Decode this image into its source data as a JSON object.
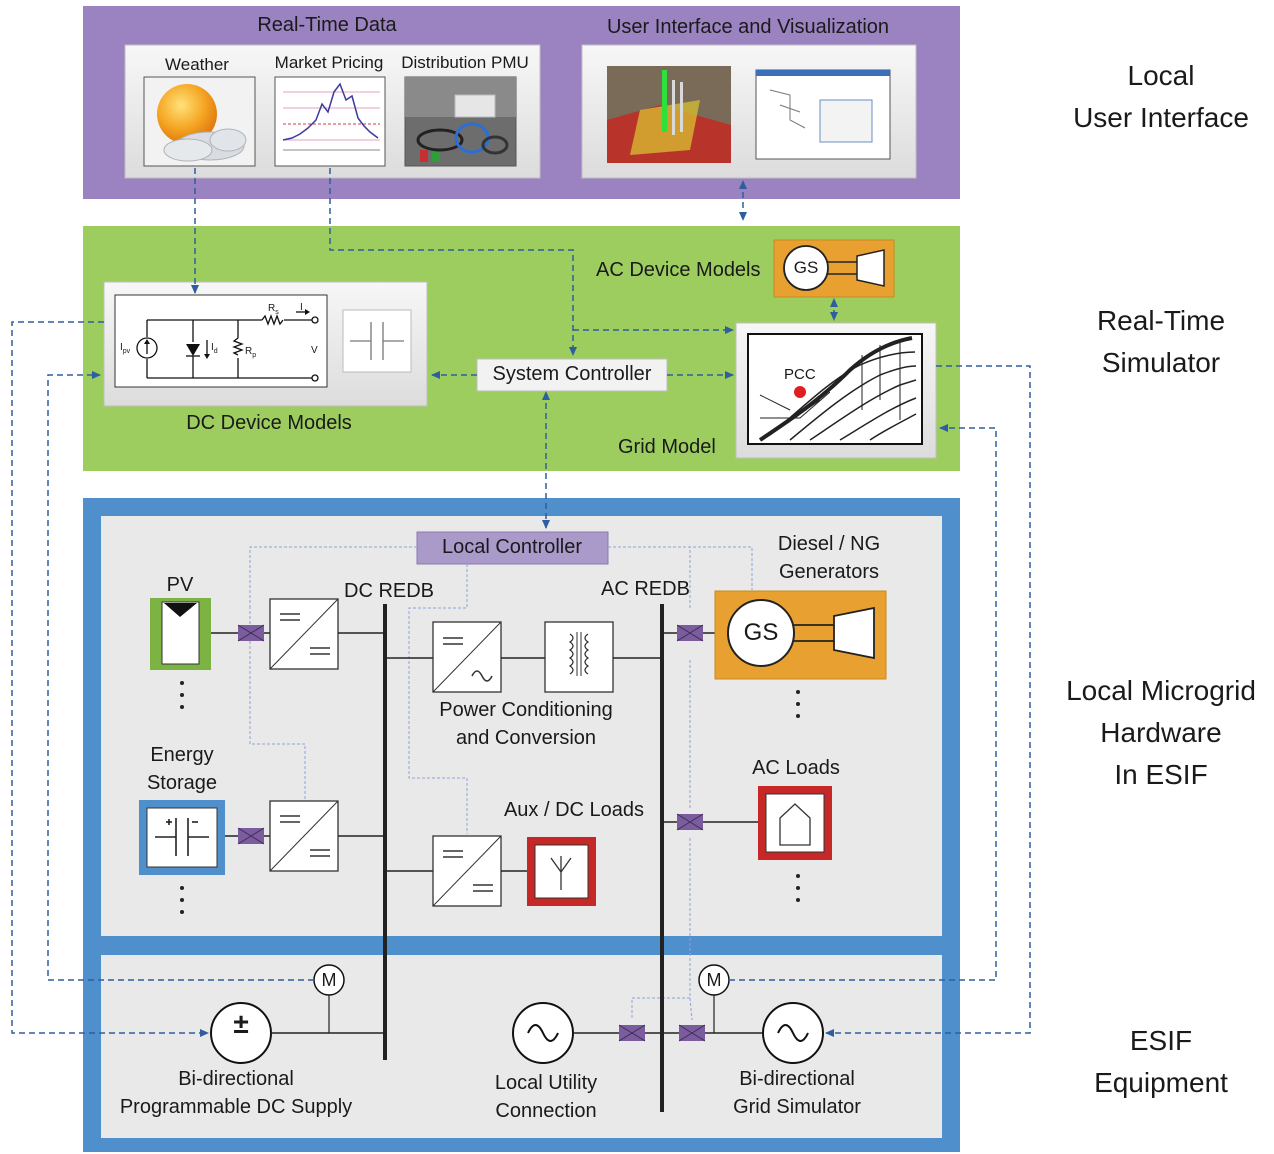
{
  "tiers": {
    "ui": {
      "label_line1": "Local",
      "label_line2": "User Interface"
    },
    "sim": {
      "label_line1": "Real-Time",
      "label_line2": "Simulator"
    },
    "hw": {
      "label_line1": "Local Microgrid",
      "label_line2": "Hardware",
      "label_line3": "In ESIF"
    },
    "esif": {
      "label_line1": "ESIF",
      "label_line2": "Equipment"
    }
  },
  "realtime_data": {
    "title": "Real-Time Data",
    "weather": "Weather",
    "market": "Market Pricing",
    "pmu": "Distribution PMU"
  },
  "visualization": {
    "title": "User Interface and Visualization"
  },
  "simulator": {
    "ac_device_models": "AC Device Models",
    "gs": "GS",
    "dc_device_models": "DC Device Models",
    "system_controller": "System Controller",
    "grid_model": "Grid Model",
    "pcc": "PCC",
    "circuit": {
      "ipv": "I",
      "ipv_sub": "pv",
      "id": "I",
      "id_sub": "d",
      "rp": "R",
      "rp_sub": "p",
      "rs": "R",
      "rs_sub": "s",
      "i": "I",
      "v": "V"
    }
  },
  "hardware": {
    "local_controller": "Local Controller",
    "pv": "PV",
    "dc_redb": "DC REDB",
    "ac_redb": "AC REDB",
    "diesel_line1": "Diesel / NG",
    "diesel_line2": "Generators",
    "gs": "GS",
    "pcc_line1": "Power Conditioning",
    "pcc_line2": "and Conversion",
    "energy_line1": "Energy",
    "energy_line2": "Storage",
    "aux_loads": "Aux / DC Loads",
    "ac_loads": "AC Loads"
  },
  "esif": {
    "m": "M",
    "dc_supply_line1": "Bi-directional",
    "dc_supply_line2": "Programmable DC Supply",
    "utility_line1": "Local Utility",
    "utility_line2": "Connection",
    "grid_sim_line1": "Bi-directional",
    "grid_sim_line2": "Grid Simulator"
  },
  "colors": {
    "ui_band": "#9b82c0",
    "sim_band": "#9ccd5e",
    "esif_frame": "#4f8fcc",
    "panel_gray": "#e8e8e8",
    "controller_box": "#a99ac9",
    "generator_orange": "#e8a030",
    "pv_green": "#7cb342",
    "storage_blue": "#4f8fcc",
    "load_red": "#c62828",
    "breaker_purple": "#7b5c9e",
    "link_blue": "#2f5e9e"
  }
}
